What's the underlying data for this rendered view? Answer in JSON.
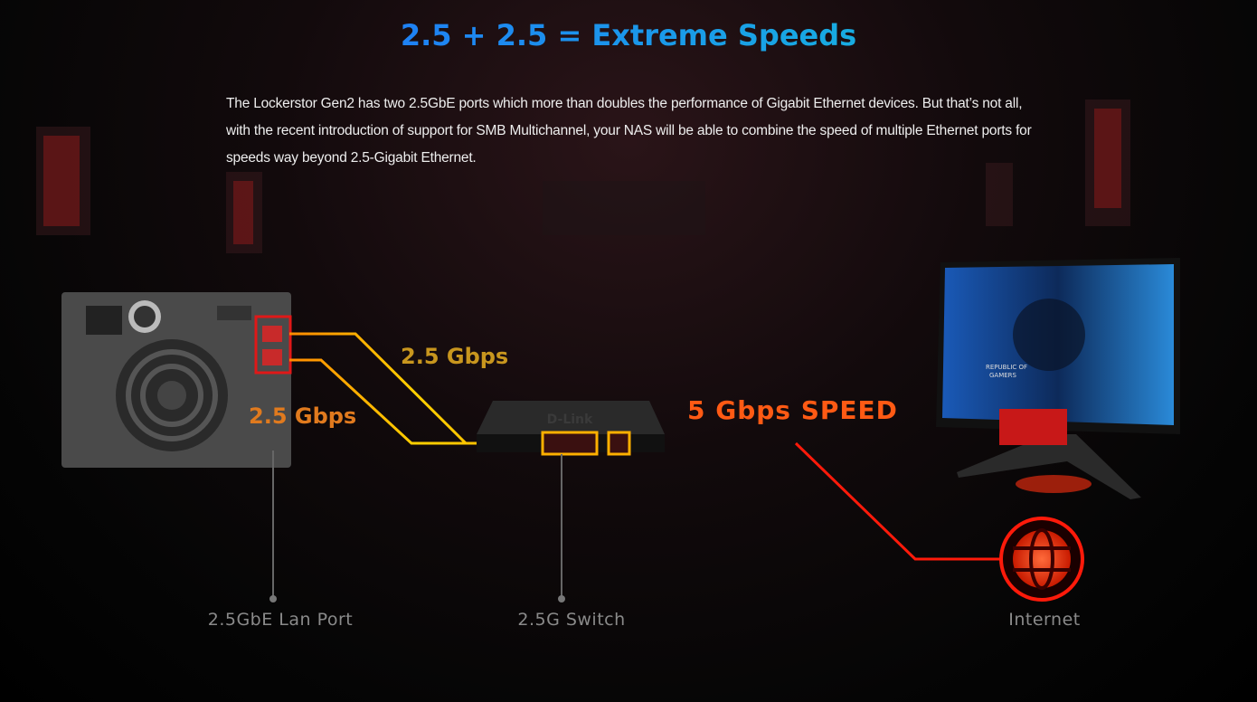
{
  "header": {
    "title": "2.5 + 2.5 = Extreme Speeds"
  },
  "intro": {
    "text": "The Lockerstor Gen2 has two 2.5GbE ports which more than doubles the performance of Gigabit Ethernet devices. But that’s not all, with the recent introduction of support for SMB Multichannel, your NAS will be able to combine the speed of multiple Ethernet ports for speeds way beyond 2.5-Gigabit Ethernet."
  },
  "diagram": {
    "speed_label_top": "2.5 Gbps",
    "speed_label_bottom": "2.5 Gbps",
    "combined_speed_label": "5 Gbps SPEED",
    "captions": {
      "nas": "2.5GbE Lan Port",
      "switch": "2.5G Switch",
      "internet": "Internet"
    },
    "switch_logo": "D-Link",
    "monitor_logo": "REPUBLIC OF GAMERS",
    "colors": {
      "title_start": "#1f7ff5",
      "title_end": "#17aee0",
      "speed_top": "#c8961e",
      "speed_bottom": "#e07a1e",
      "combined": "#ff5a14",
      "internet": "#ff2a10"
    }
  }
}
